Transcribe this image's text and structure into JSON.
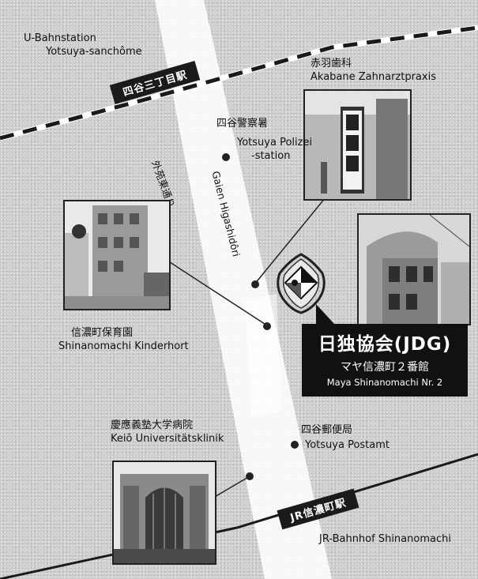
{
  "stations": {
    "yotsuya_ubahn": {
      "line1": "U-Bahnstation",
      "line2": "Yotsuya-sanchôme",
      "sign": "四谷三丁目駅"
    },
    "shinanomachi_jr": {
      "sign": "JR信濃町駅",
      "label": "JR-Bahnhof Shinanomachi"
    }
  },
  "street": {
    "jp": "外苑東通り",
    "de": "Gaien Higashidôri"
  },
  "landmarks": {
    "akabane": {
      "jp": "赤羽歯科",
      "de": "Akabane Zahnarztpraxis"
    },
    "police": {
      "jp": "四谷警察暑",
      "de1": "Yotsuya Polizei",
      "de2": "-station"
    },
    "kinderhort": {
      "jp": "信濃町保育園",
      "de": "Shinanomachi  Kinderhort"
    },
    "keio": {
      "jp": "慶應義塾大学病院",
      "de": "Keiō Universitätsklinik"
    },
    "post": {
      "jp": "四谷郵便局",
      "de": "Yotsuya Postamt"
    }
  },
  "jdg": {
    "name": "日独協会(JDG)",
    "building_jp": "マヤ信濃町２番館",
    "building_de": "Maya Shinanomachi Nr. 2"
  },
  "colors": {
    "rail_sign": "#1b1b1b",
    "road": "#ffffff",
    "dot": "#222222"
  }
}
